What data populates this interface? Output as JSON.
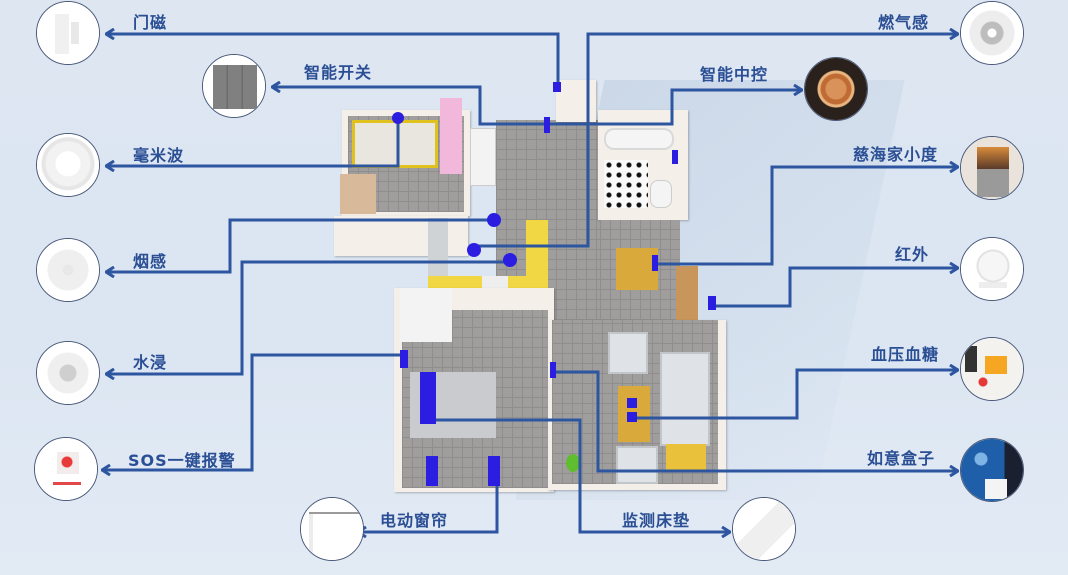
{
  "diagram": {
    "title": "",
    "line_color": "#2d55a0",
    "node_color": "#2b1ee0",
    "background": "#dde6f1"
  },
  "devices_left": [
    {
      "id": "door_sensor",
      "label": "门磁",
      "icon": "door-magnet-sensor"
    },
    {
      "id": "smart_switch",
      "label": "智能开关",
      "icon": "wall-switch-three-gang"
    },
    {
      "id": "mmwave",
      "label": "毫米波",
      "icon": "millimeter-wave-sensor"
    },
    {
      "id": "smoke",
      "label": "烟感",
      "icon": "smoke-detector"
    },
    {
      "id": "water",
      "label": "水浸",
      "icon": "water-leak-sensor"
    },
    {
      "id": "sos",
      "label": "SOS一键报警",
      "icon": "sos-emergency-button"
    },
    {
      "id": "curtain",
      "label": "电动窗帘",
      "icon": "electric-curtain-track"
    }
  ],
  "devices_right": [
    {
      "id": "gas",
      "label": "燃气感",
      "icon": "gas-detector"
    },
    {
      "id": "hub",
      "label": "智能中控",
      "icon": "smart-control-panel"
    },
    {
      "id": "speaker",
      "label": "慈海家小度",
      "icon": "smart-display-speaker"
    },
    {
      "id": "infrared",
      "label": "红外",
      "icon": "infrared-motion-sensor"
    },
    {
      "id": "bp",
      "label": "血压血糖",
      "icon": "blood-pressure-monitor"
    },
    {
      "id": "ruyi",
      "label": "如意盒子",
      "icon": "ruyi-box-tv"
    },
    {
      "id": "mattress",
      "label": "监测床垫",
      "icon": "monitoring-mattress-sensor"
    }
  ],
  "floorplan": {
    "description": "3D isometric apartment floor plan with bedroom, kitchen, bathroom, dining area, living room and master bedroom; blue markers show device placement"
  }
}
